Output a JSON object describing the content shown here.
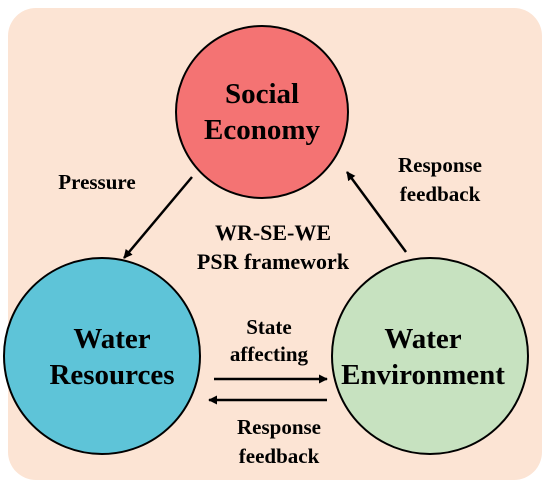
{
  "colors": {
    "background_panel": "#fce4d4",
    "social_economy": "#f47373",
    "water_resources": "#5ec4d8",
    "water_environment": "#c7e2c0",
    "stroke": "#000000"
  },
  "nodes": {
    "social_economy": {
      "line1": "Social",
      "line2": "Economy"
    },
    "water_resources": {
      "line1": "Water",
      "line2": "Resources"
    },
    "water_environment": {
      "line1": "Water",
      "line2": "Environment"
    }
  },
  "center": {
    "line1": "WR-SE-WE",
    "line2": "PSR framework"
  },
  "edges": {
    "pressure": {
      "label": "Pressure"
    },
    "response_top": {
      "line1": "Response",
      "line2": "feedback"
    },
    "state": {
      "line1": "State",
      "line2": "affecting"
    },
    "response_bottom": {
      "line1": "Response",
      "line2": "feedback"
    }
  }
}
